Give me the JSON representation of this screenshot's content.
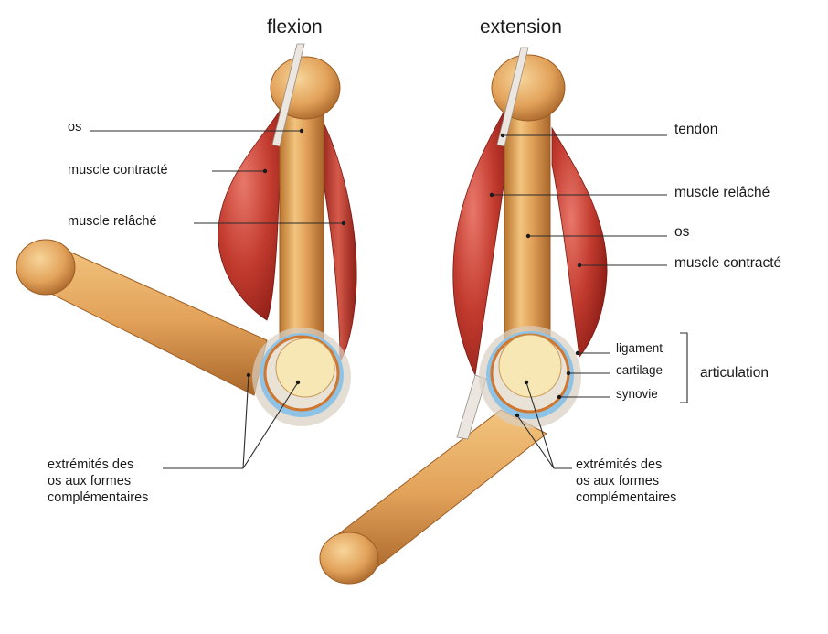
{
  "flexion": {
    "title": "flexion",
    "labels": {
      "os": "os",
      "muscle_contracte": "muscle contracté",
      "muscle_relache": "muscle relâché",
      "extremites_line1": "extrémités des",
      "extremites_line2": "os aux formes",
      "extremites_line3": "complémentaires"
    }
  },
  "extension": {
    "title": "extension",
    "labels": {
      "tendon": "tendon",
      "muscle_relache": "muscle relâché",
      "os": "os",
      "muscle_contracte": "muscle contracté",
      "ligament": "ligament",
      "cartilage": "cartilage",
      "synovie": "synovie",
      "articulation": "articulation",
      "extremites_line1": "extrémités des",
      "extremites_line2": "os aux formes",
      "extremites_line3": "complémentaires"
    }
  },
  "colors": {
    "bone": "#e2a25a",
    "bone_dark": "#b9742d",
    "muscle": "#c23a2e",
    "muscle_dark": "#8e1f17",
    "cartilage_blue": "#8fc3e6",
    "joint_cream": "#f6e7b5",
    "tendon": "#ece6e0"
  }
}
